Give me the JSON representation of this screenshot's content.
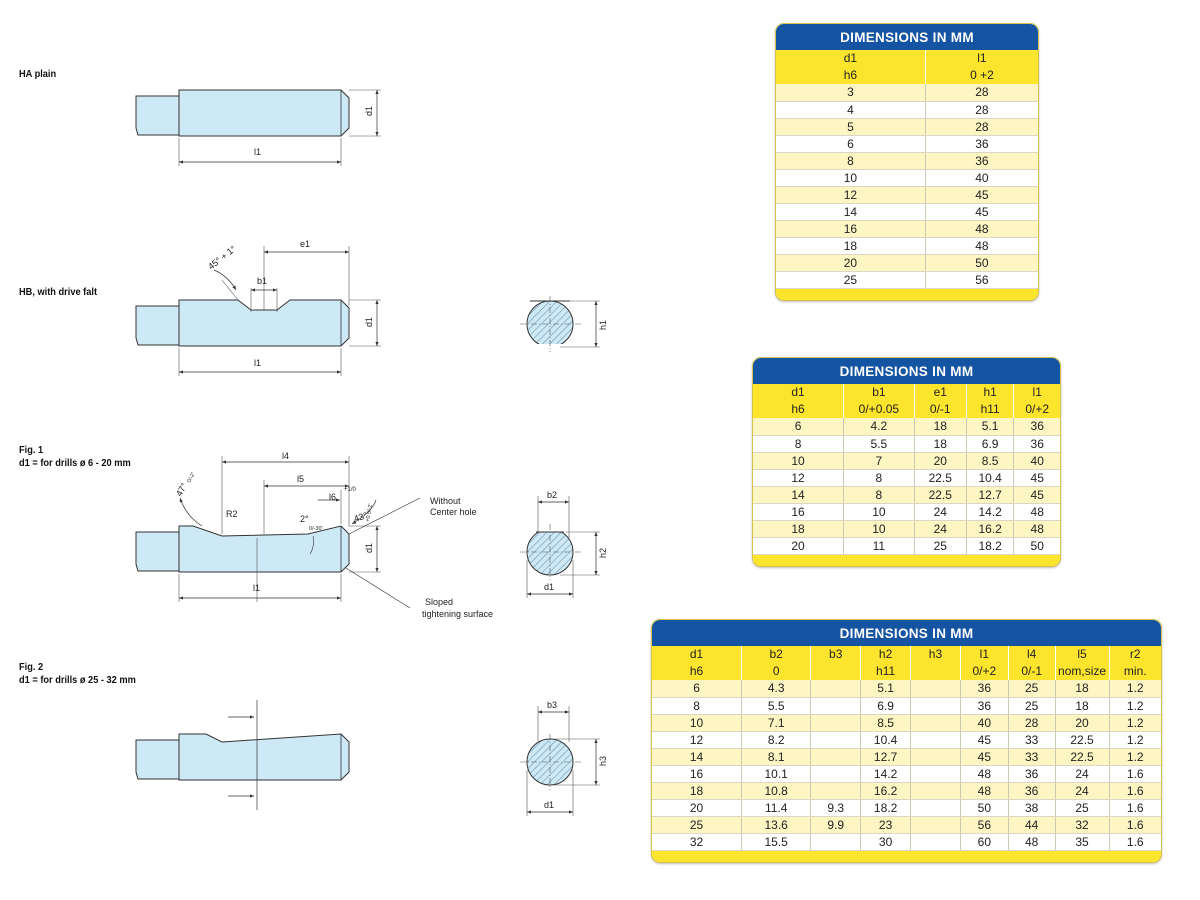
{
  "labels": {
    "ha": "HA plain",
    "hb": "HB, with drive falt",
    "fig1_title": "Fig. 1",
    "fig1_sub": "d1 = for drills ø 6 - 20 mm",
    "fig2_title": "Fig. 2",
    "fig2_sub": "d1 = for drills ø 25 - 32 mm"
  },
  "drawing_labels": {
    "d1": "d1",
    "l1": "l1",
    "e1": "e1",
    "b1": "b1",
    "h1": "h1",
    "b2": "b2",
    "h2": "h2",
    "b3": "b3",
    "h3": "h3",
    "l4": "l4",
    "l5": "l5",
    "l6": "l6",
    "r2": "R2",
    "angle45": "45° + 1°",
    "angle47": "47°",
    "angle43": "43°",
    "angle2": "2°",
    "tol_47": "0/-2'",
    "tol_43": "+0.5/-2'",
    "tol_2": "0/-30'",
    "tol_l6": "+1/0",
    "without_1": "Without",
    "without_2": "Center hole",
    "sloped_1": "Sloped",
    "sloped_2": "tightening surface"
  },
  "table1": {
    "title": "DIMENSIONS IN MM",
    "headers": [
      [
        "d1",
        "l1"
      ],
      [
        "h6",
        "0 +2"
      ]
    ],
    "rows": [
      [
        "3",
        "28"
      ],
      [
        "4",
        "28"
      ],
      [
        "5",
        "28"
      ],
      [
        "6",
        "36"
      ],
      [
        "8",
        "36"
      ],
      [
        "10",
        "40"
      ],
      [
        "12",
        "45"
      ],
      [
        "14",
        "45"
      ],
      [
        "16",
        "48"
      ],
      [
        "18",
        "48"
      ],
      [
        "20",
        "50"
      ],
      [
        "25",
        "56"
      ]
    ]
  },
  "table2": {
    "title": "DIMENSIONS IN MM",
    "headers": [
      [
        "d1",
        "b1",
        "e1",
        "h1",
        "l1"
      ],
      [
        "h6",
        "0/+0.05",
        "0/-1",
        "h11",
        "0/+2"
      ]
    ],
    "rows": [
      [
        "6",
        "4.2",
        "18",
        "5.1",
        "36"
      ],
      [
        "8",
        "5.5",
        "18",
        "6.9",
        "36"
      ],
      [
        "10",
        "7",
        "20",
        "8.5",
        "40"
      ],
      [
        "12",
        "8",
        "22.5",
        "10.4",
        "45"
      ],
      [
        "14",
        "8",
        "22.5",
        "12.7",
        "45"
      ],
      [
        "16",
        "10",
        "24",
        "14.2",
        "48"
      ],
      [
        "18",
        "10",
        "24",
        "16.2",
        "48"
      ],
      [
        "20",
        "11",
        "25",
        "18.2",
        "50"
      ]
    ]
  },
  "table3": {
    "title": "DIMENSIONS IN MM",
    "headers": [
      [
        "d1",
        "b2",
        "b3",
        "h2",
        "h3",
        "l1",
        "l4",
        "l5",
        "r2"
      ],
      [
        "h6",
        "0",
        "",
        "h11",
        "",
        "0/+2",
        "0/-1",
        "nom,size",
        "min."
      ]
    ],
    "rows": [
      [
        "6",
        "4.3",
        "",
        "5.1",
        "",
        "36",
        "25",
        "18",
        "1.2"
      ],
      [
        "8",
        "5.5",
        "",
        "6.9",
        "",
        "36",
        "25",
        "18",
        "1.2"
      ],
      [
        "10",
        "7.1",
        "",
        "8.5",
        "",
        "40",
        "28",
        "20",
        "1.2"
      ],
      [
        "12",
        "8.2",
        "",
        "10.4",
        "",
        "45",
        "33",
        "22.5",
        "1.2"
      ],
      [
        "14",
        "8.1",
        "",
        "12.7",
        "",
        "45",
        "33",
        "22.5",
        "1.2"
      ],
      [
        "16",
        "10.1",
        "",
        "14.2",
        "",
        "48",
        "36",
        "24",
        "1.6"
      ],
      [
        "18",
        "10.8",
        "",
        "16.2",
        "",
        "48",
        "36",
        "24",
        "1.6"
      ],
      [
        "20",
        "11.4",
        "9.3",
        "18.2",
        "",
        "50",
        "38",
        "25",
        "1.6"
      ],
      [
        "25",
        "13.6",
        "9.9",
        "23",
        "",
        "56",
        "44",
        "32",
        "1.6"
      ],
      [
        "32",
        "15.5",
        "",
        "30",
        "",
        "60",
        "48",
        "35",
        "1.6"
      ]
    ]
  }
}
